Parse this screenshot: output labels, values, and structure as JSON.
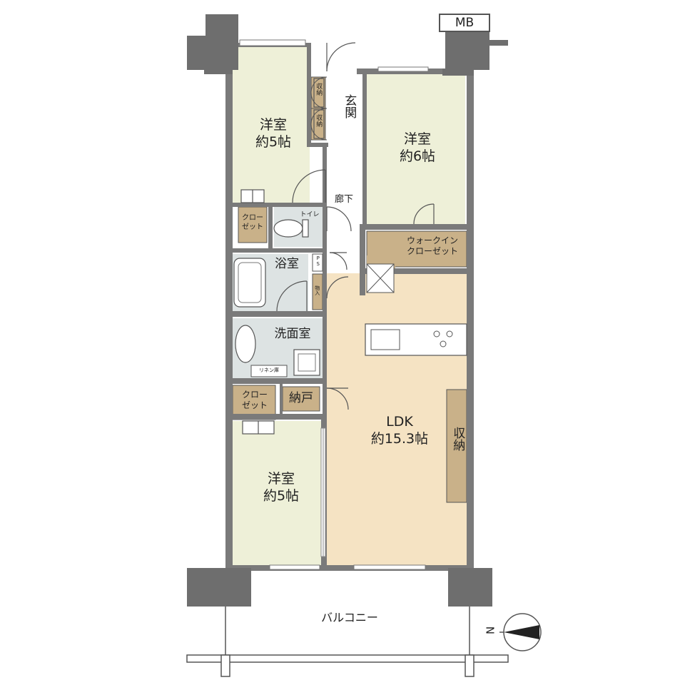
{
  "colors": {
    "wall": "#7a7a7a",
    "wall_dark": "#6e6e6e",
    "bedroom_floor": "#eef0d8",
    "ldk_floor": "#f5e3c3",
    "wet_floor": "#dde3e3",
    "storage_fill": "#c9b189",
    "line": "#555555"
  },
  "rooms": {
    "bedroom_nw": {
      "name": "洋室",
      "size": "約5帖"
    },
    "bedroom_ne": {
      "name": "洋室",
      "size": "約6帖"
    },
    "bedroom_sw": {
      "name": "洋室",
      "size": "約5帖"
    },
    "ldk": {
      "name": "LDK",
      "size": "約15.3帖"
    },
    "bath": {
      "name": "浴室"
    },
    "washroom": {
      "name": "洗面室"
    },
    "entrance": {
      "name": "玄関"
    },
    "hallway": {
      "name": "廊下"
    },
    "toilet": {
      "name": "トイレ"
    },
    "closet_nw": {
      "line1": "クロー",
      "line2": "ゼット"
    },
    "closet_sw": {
      "line1": "クロー",
      "line2": "ゼット"
    },
    "walkin_closet": {
      "line1": "ウォークイン",
      "line2": "クローゼット"
    },
    "storeroom": {
      "name": "納戸"
    },
    "ldk_storage": {
      "name": "収納"
    },
    "entrance_storage_1": {
      "name": "収納"
    },
    "entrance_storage_2": {
      "name": "収納"
    },
    "hall_storage": {
      "name": "物入"
    },
    "linen": {
      "name": "リネン庫"
    },
    "pipe_space": {
      "name": "PS"
    },
    "meter_box": {
      "name": "MB"
    },
    "balcony": {
      "name": "バルコニー"
    }
  },
  "compass": {
    "label": "N",
    "icon": "north-arrow-icon"
  }
}
